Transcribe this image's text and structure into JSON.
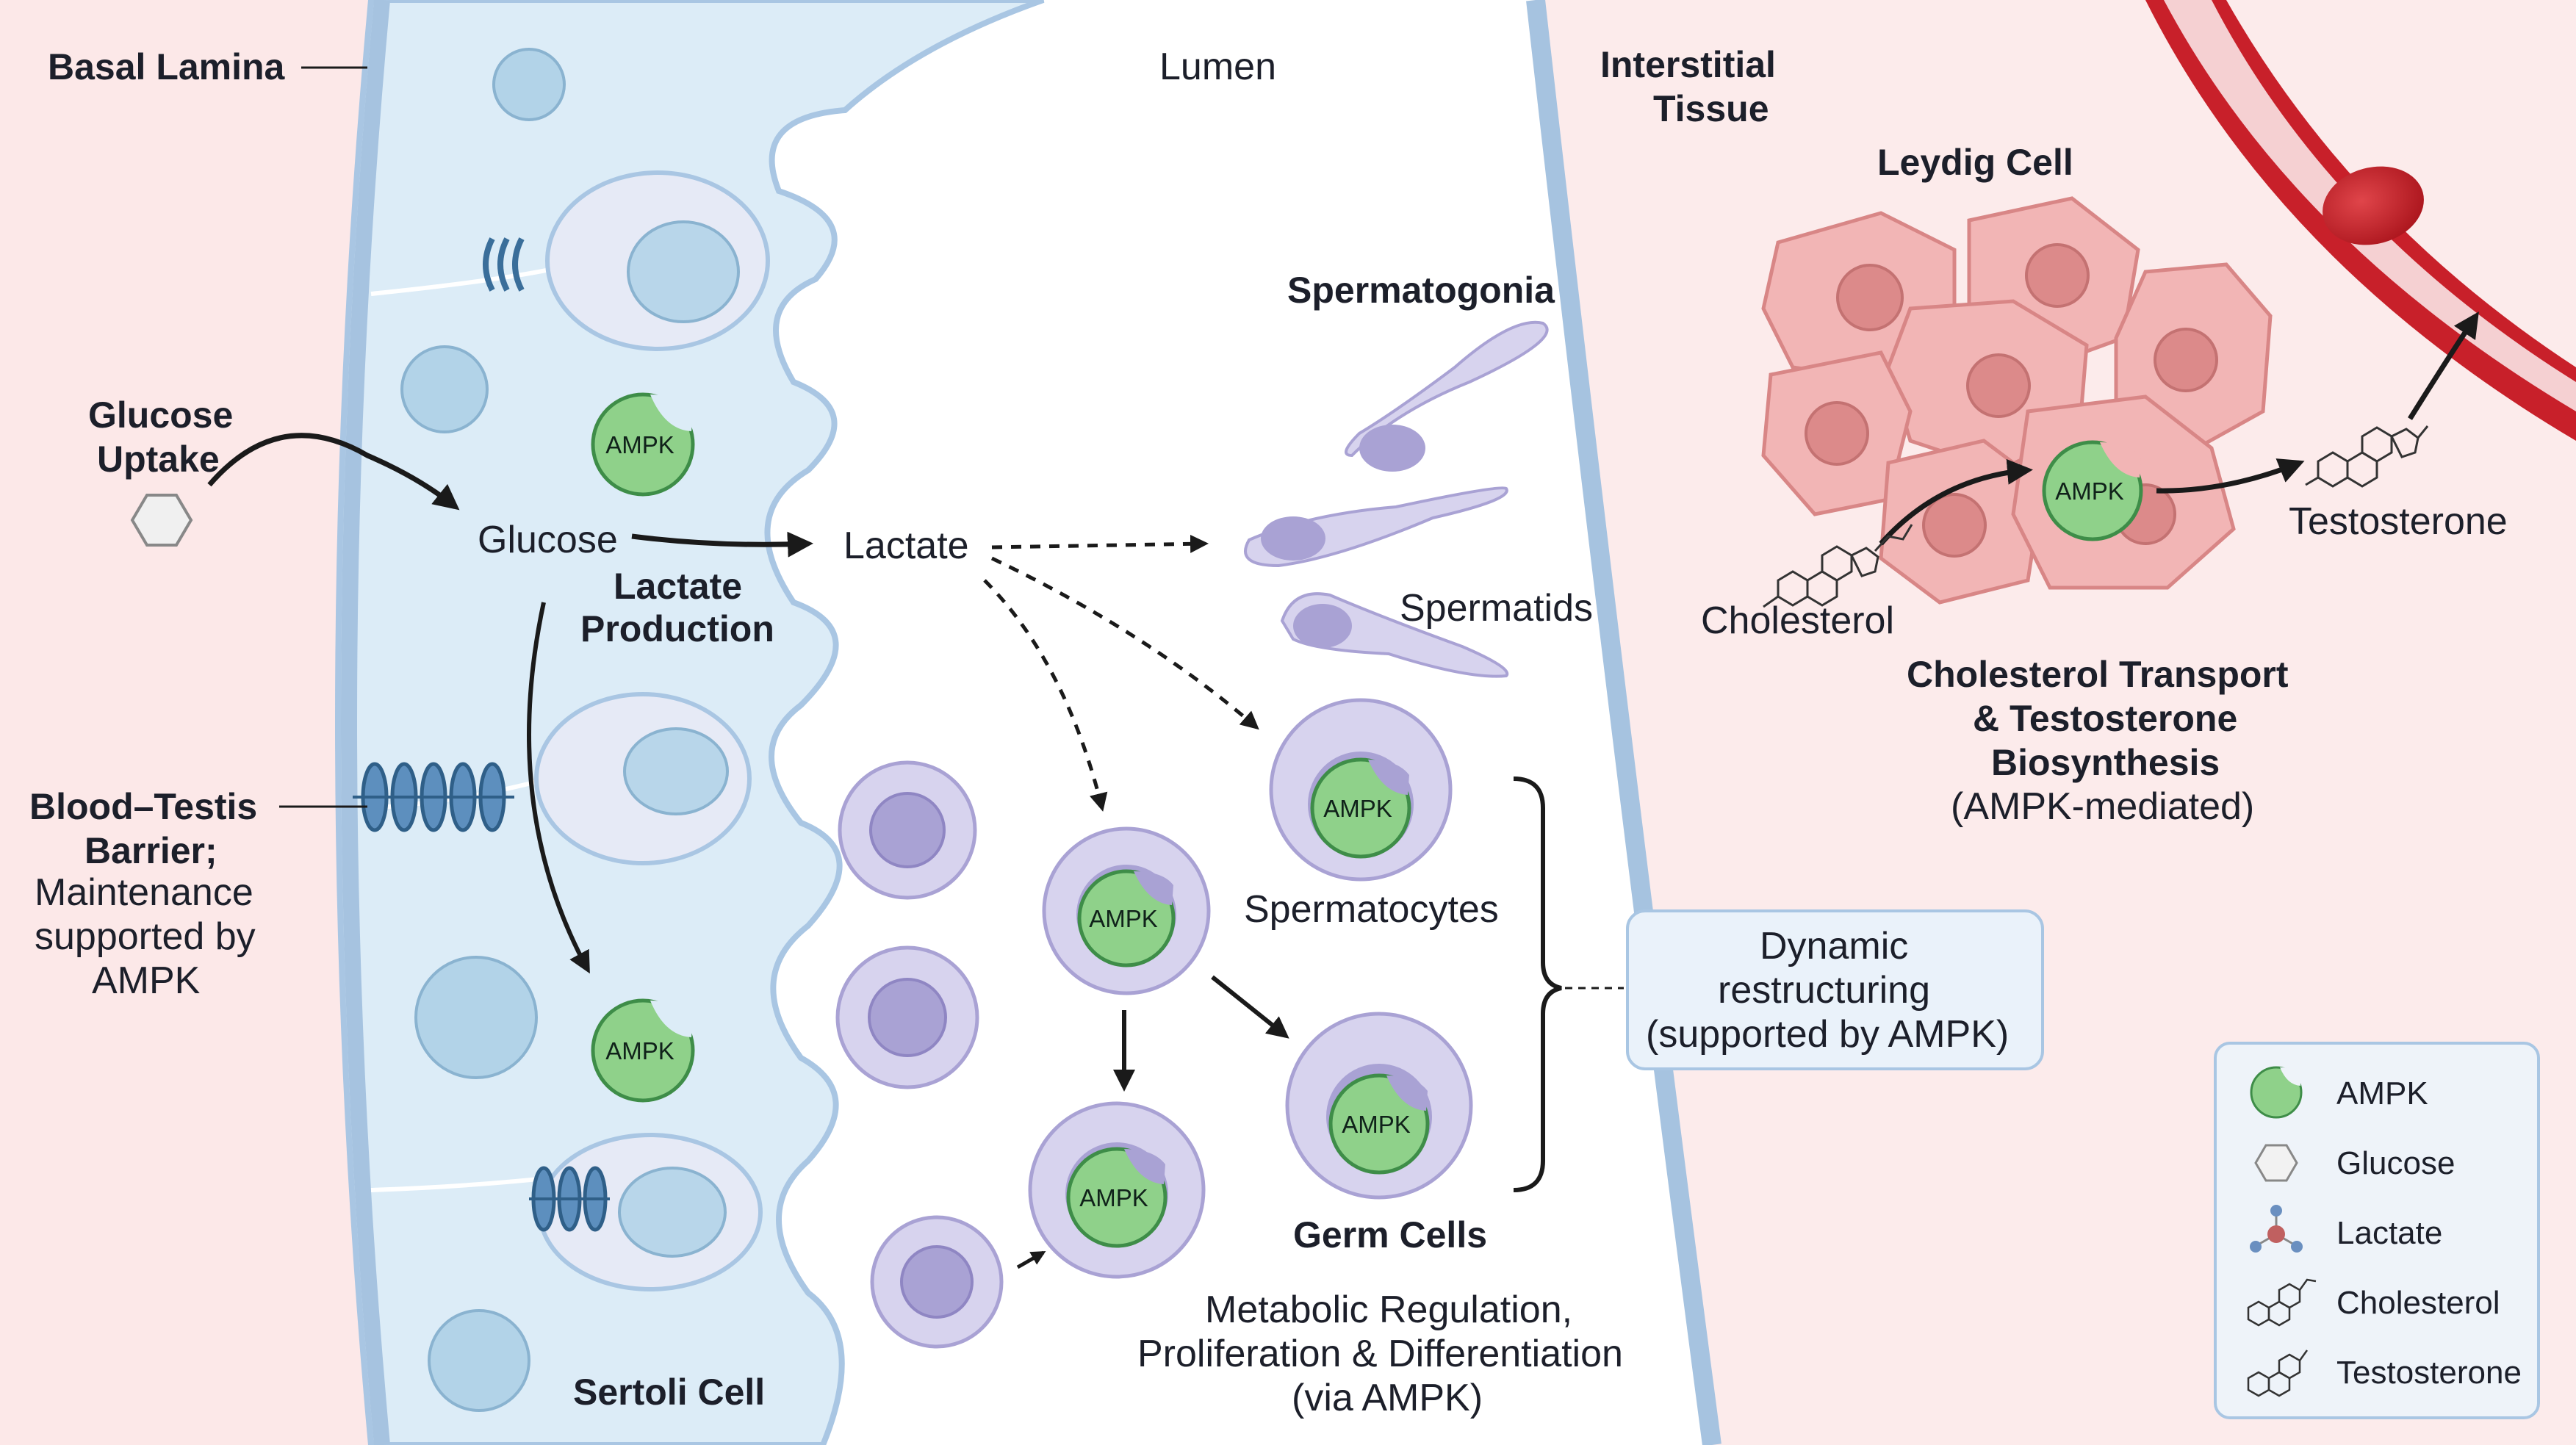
{
  "labels": {
    "basal_lamina": "Basal Lamina",
    "lumen": "Lumen",
    "interstitial_1": "Interstitial",
    "interstitial_2": "Tissue",
    "leydig_cell": "Leydig Cell",
    "glucose_uptake_1": "Glucose",
    "glucose_uptake_2": "Uptake",
    "glucose": "Glucose",
    "lactate": "Lactate",
    "lactate_production_1": "Lactate",
    "lactate_production_2": "Production",
    "spermatogonia": "Spermatogonia",
    "spermatids": "Spermatids",
    "spermatocytes": "Spermatocytes",
    "germ_cells": "Germ Cells",
    "sertoli_cell": "Sertoli Cell",
    "btb_1": "Blood–Testis",
    "btb_2": "Barrier;",
    "btb_3": "Maintenance",
    "btb_4": "supported by",
    "btb_5": "AMPK",
    "cholesterol": "Cholesterol",
    "testosterone": "Testosterone",
    "chol_transport_1": "Cholesterol Transport",
    "chol_transport_2": "& Testosterone",
    "chol_transport_3": "Biosynthesis",
    "chol_transport_4": "(AMPK-mediated)",
    "dynamic_1": "Dynamic",
    "dynamic_2": "restructuring",
    "dynamic_3": "(supported by AMPK)",
    "metabolic_1": "Metabolic Regulation,",
    "metabolic_2": "Proliferation & Differentiation",
    "metabolic_3": "(via AMPK)",
    "ampk": "AMPK"
  },
  "legend": {
    "items": [
      {
        "icon": "ampk-icon",
        "label": "AMPK"
      },
      {
        "icon": "glucose-hexagon-icon",
        "label": "Glucose"
      },
      {
        "icon": "lactate-molecule-icon",
        "label": "Lactate"
      },
      {
        "icon": "cholesterol-structure-icon",
        "label": "Cholesterol"
      },
      {
        "icon": "testosterone-structure-icon",
        "label": "Testosterone"
      }
    ]
  },
  "colors": {
    "background_pink": "#fce8e8",
    "sertoli_blue": "#dcecf7",
    "membrane_blue": "#a9c6e3",
    "germ_cell_purple": "#d7d3ee",
    "ampk_green": "#8fd18a",
    "leydig_pink": "#f2b5b5",
    "vessel_red": "#c8202a"
  }
}
